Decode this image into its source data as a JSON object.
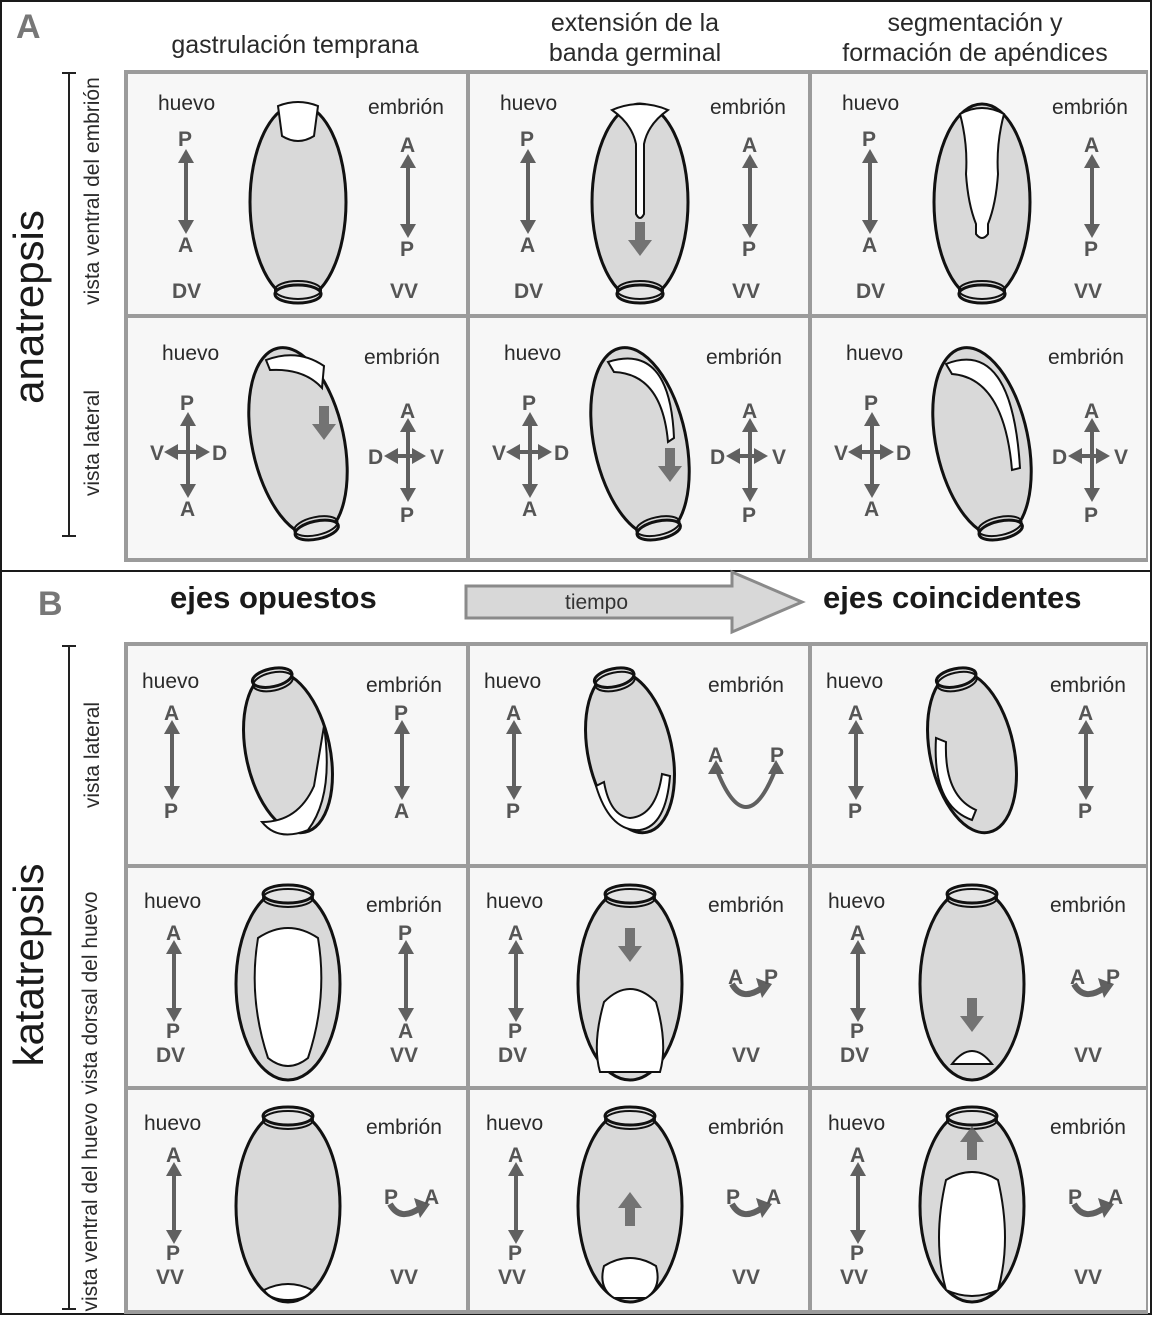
{
  "panel_a": {
    "letter": "A",
    "side_label": "anatrepsis",
    "col_titles": [
      "gastrulación temprana",
      "extensión de la\nbanda germinal",
      "segmentación y\nformación de apéndices"
    ],
    "row_labels": [
      "vista ventral del embrión",
      "vista lateral"
    ]
  },
  "panel_b": {
    "letter": "B",
    "side_label": "katatrepsis",
    "heading_left": "ejes opuestos",
    "heading_right": "ejes coincidentes",
    "time_label": "tiempo",
    "row_labels": [
      "vista lateral",
      "vista dorsal del huevo",
      "vista ventral del huevo"
    ]
  },
  "labels": {
    "egg": "huevo",
    "embryo": "embrión",
    "dv": "DV",
    "vv": "VV",
    "p": "P",
    "a": "A",
    "v": "V",
    "d": "D"
  },
  "colors": {
    "cell_bg": "#f7f7f7",
    "grid": "#9b9b9b",
    "egg_fill": "#d9d9d9",
    "arrow": "#606060"
  }
}
